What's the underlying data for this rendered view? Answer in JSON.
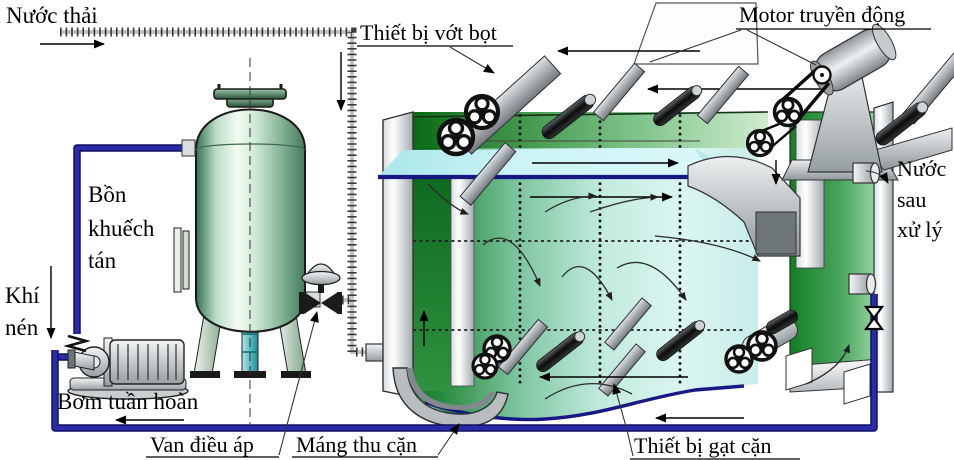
{
  "diagram": {
    "labels": {
      "nuoc_thai": "Nước thải",
      "thiet_bi_vot_bot": "Thiết bị vớt bọt",
      "motor_truyen_dong": "Motor truyền động",
      "bon_khuech_tan": [
        "Bồn",
        "khuếch",
        "tán"
      ],
      "khi_nen": [
        "Khí",
        "nén"
      ],
      "bom_tuan_hoan": "Bơm tuần hoàn",
      "van_dieu_ap": "Van điều áp",
      "mang_thu_can": "Máng thu cặn",
      "thiet_bi_gat_can": "Thiết bị gạt cặn",
      "nuoc_sau_xu_ly": [
        "Nước",
        "sau",
        "xử lý"
      ]
    },
    "colors": {
      "pipe_blue": "#2b2baa",
      "water_line": "#181884",
      "wall_green_dark": "#0d7226",
      "wall_green": "#1e8a2e",
      "water_cyan": "#cdeee8",
      "surface_cyan": "#c9f2f4",
      "vessel_green": "#4a8a64",
      "metal_gray": "#9aa2a6",
      "background": "#ffffff"
    }
  }
}
